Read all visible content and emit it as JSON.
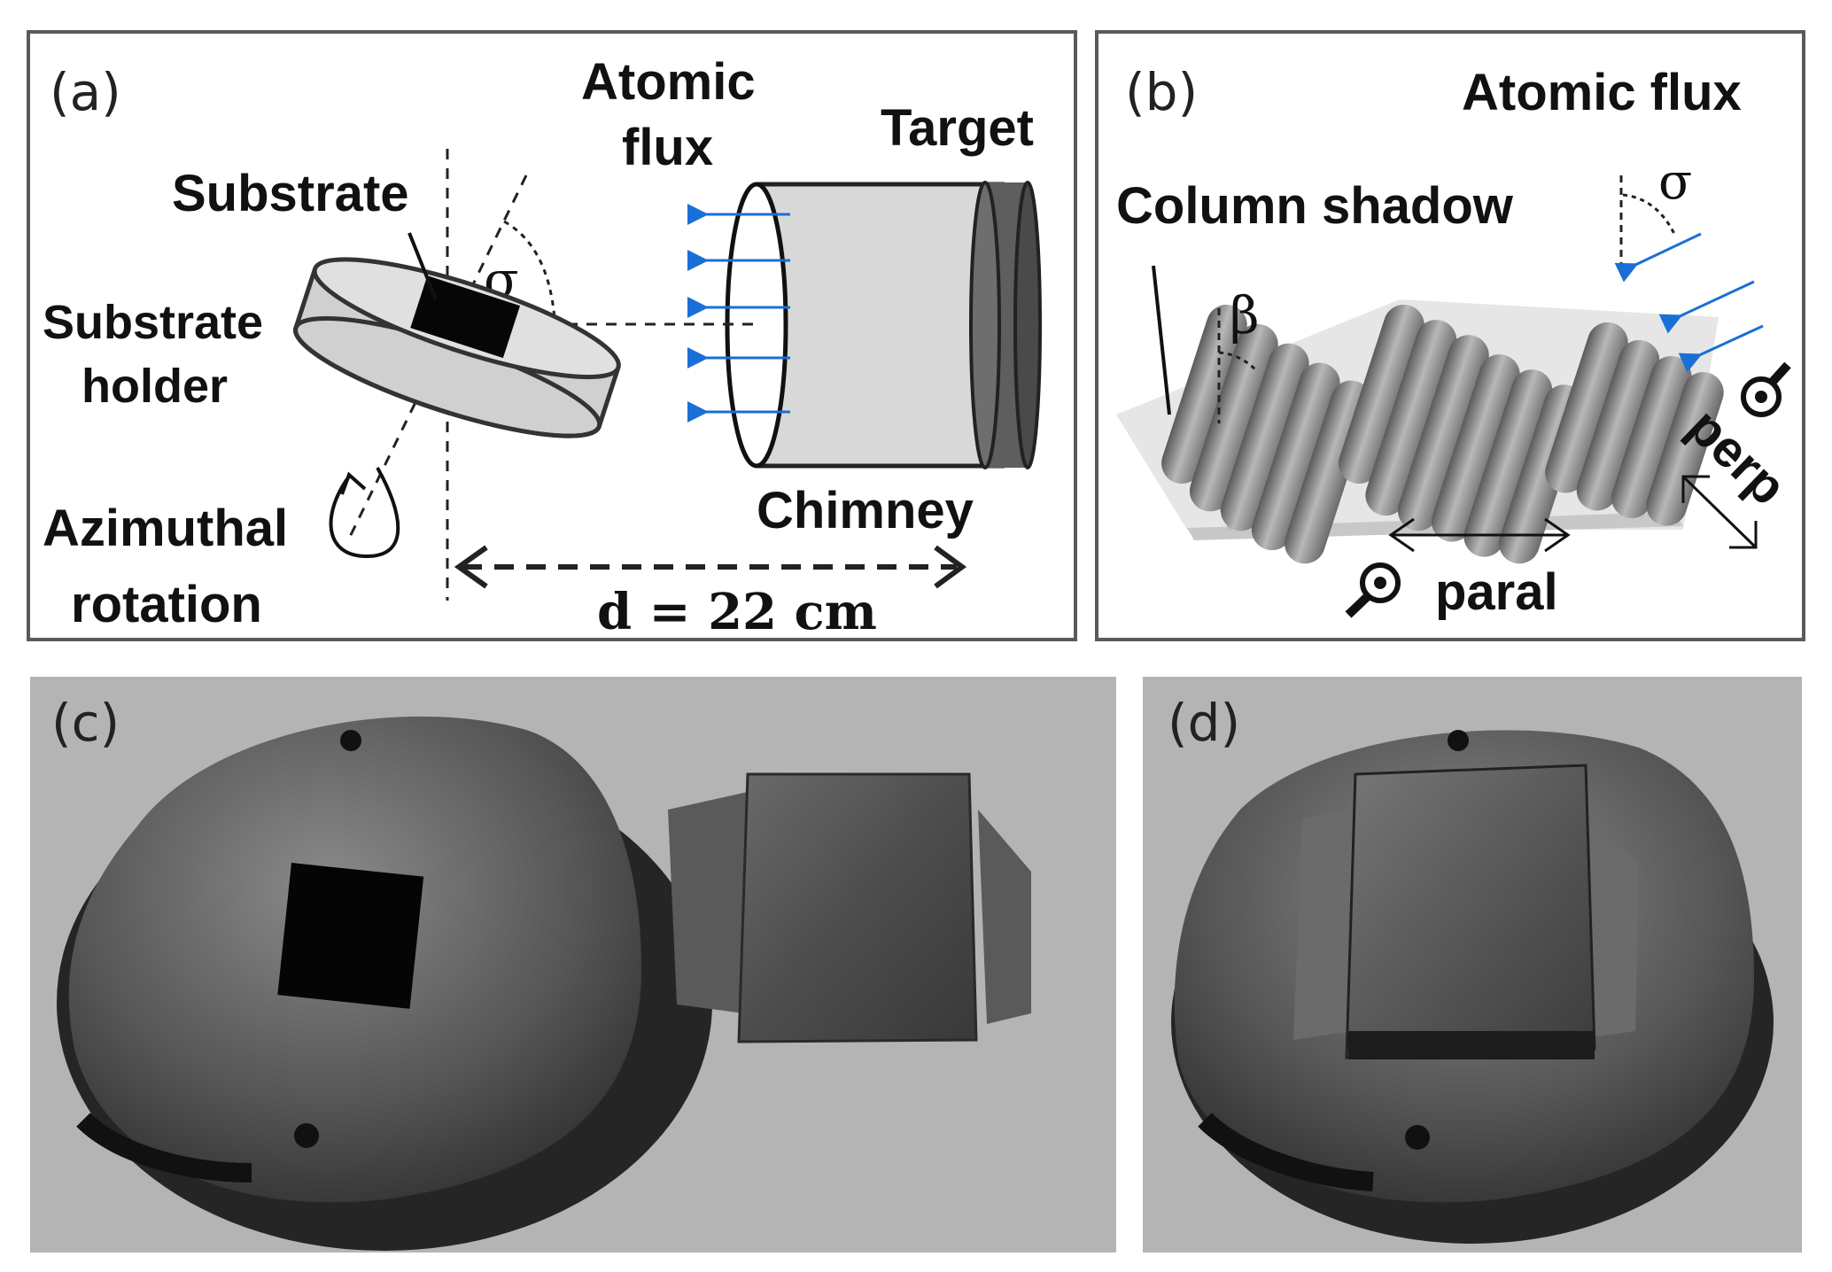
{
  "panel_a": {
    "label": "(a)",
    "atomic_flux": [
      "Atomic",
      "flux"
    ],
    "target": "Target",
    "substrate": "Substrate",
    "substrate_holder": [
      "Substrate",
      "holder"
    ],
    "sigma": "σ",
    "azimuthal_rotation": [
      "Azimuthal",
      "rotation"
    ],
    "chimney": "Chimney",
    "distance": "d = 22 cm"
  },
  "panel_b": {
    "label": "(b)",
    "atomic_flux": "Atomic flux",
    "column_shadow": "Column shadow",
    "sigma": "σ",
    "beta": "β",
    "perp": "perp",
    "paral": "paral"
  },
  "panel_c": {
    "label": "(c)"
  },
  "panel_d": {
    "label": "(d)"
  },
  "colors": {
    "flux_arrow": "#1a6fd6",
    "frame": "#555555",
    "photo_bg": "#b4b4b4"
  }
}
